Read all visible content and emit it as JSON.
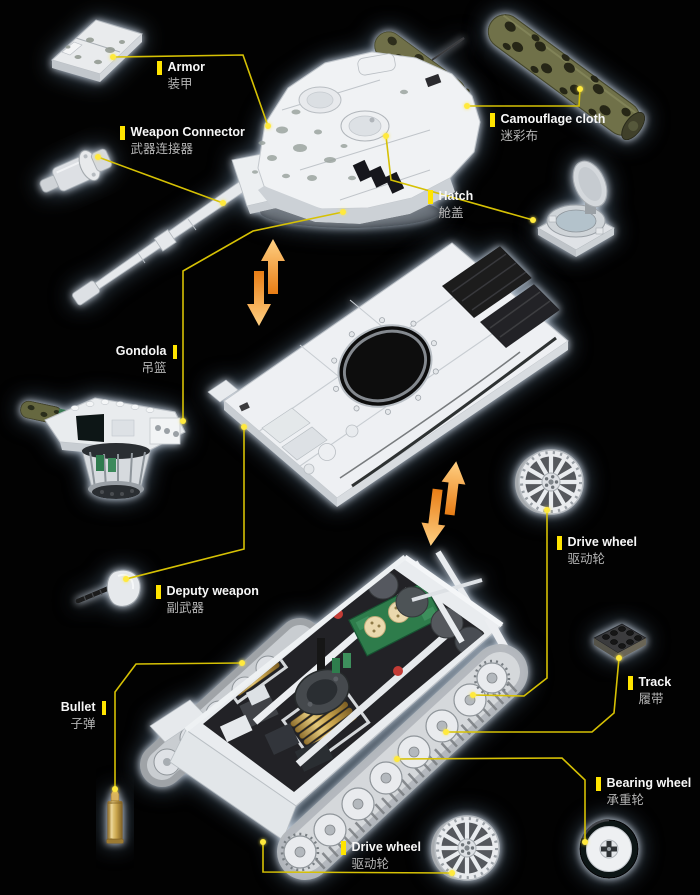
{
  "app": {
    "type": "exploded-parts-diagram",
    "subject": "brick-built tank model"
  },
  "colors": {
    "background": "#020202",
    "callout_line": "#d6c104",
    "callout_dot": "#ffe93d",
    "label_bar": "#ffe400",
    "label_text": "#f7f7f7",
    "label_subtext": "#b5b5b5",
    "arrow_dark": "#e87d15",
    "arrow_light": "#ffd083",
    "piece_glow": "#cfe4ff",
    "camouflage_olive": "#70714a",
    "bullet_brass": "#c9a44c"
  },
  "parts": [
    {
      "id": "armor",
      "en": "Armor",
      "zh": "装甲"
    },
    {
      "id": "weapon-connector",
      "en": "Weapon Connector",
      "zh": "武器连接器"
    },
    {
      "id": "camouflage-cloth",
      "en": "Camouflage cloth",
      "zh": "迷彩布"
    },
    {
      "id": "hatch",
      "en": "Hatch",
      "zh": "舱盖"
    },
    {
      "id": "gondola",
      "en": "Gondola",
      "zh": "吊篮"
    },
    {
      "id": "drive-wheel-upper",
      "en": "Drive wheel",
      "zh": "驱动轮"
    },
    {
      "id": "deputy-weapon",
      "en": "Deputy weapon",
      "zh": "副武器"
    },
    {
      "id": "track",
      "en": "Track",
      "zh": "履带"
    },
    {
      "id": "bullet",
      "en": "Bullet",
      "zh": "子弹"
    },
    {
      "id": "bearing-wheel",
      "en": "Bearing wheel",
      "zh": "承重轮"
    },
    {
      "id": "drive-wheel-lower",
      "en": "Drive wheel",
      "zh": "驱动轮"
    }
  ]
}
